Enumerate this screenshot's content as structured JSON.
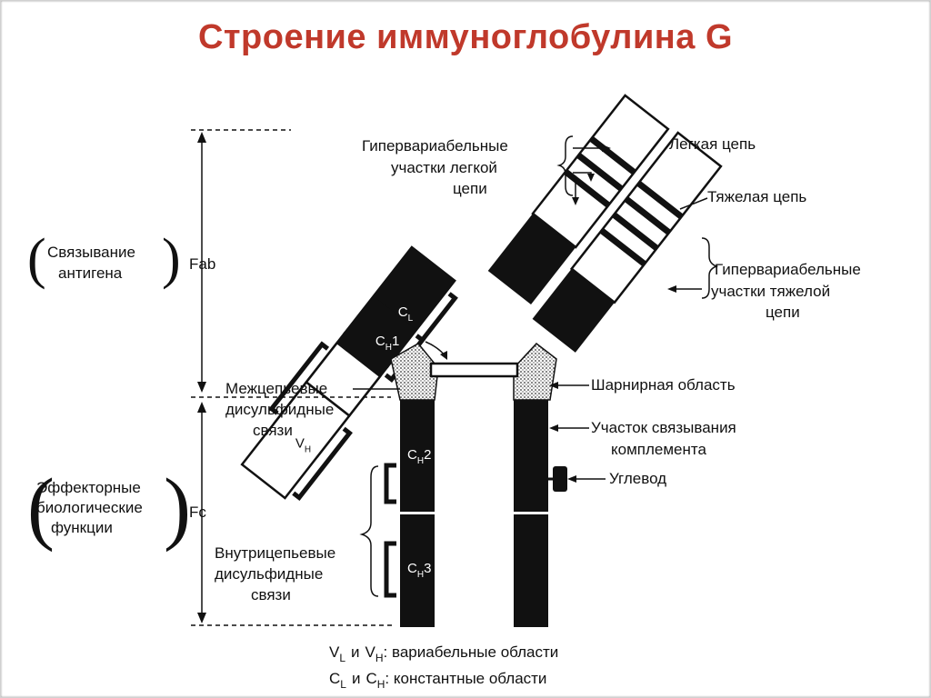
{
  "title": "Строение иммуноглобулина G",
  "colors": {
    "title": "#c0392b",
    "ink": "#111111",
    "hinge": "#8a8a8a"
  },
  "domains": {
    "vl": "V",
    "vl_sub": "L",
    "cl": "C",
    "cl_sub": "L",
    "vh": "V",
    "vh_sub": "H",
    "ch1": "C",
    "ch1_sub": "H",
    "ch1_num": "1",
    "ch2": "C",
    "ch2_sub": "H",
    "ch2_num": "2",
    "ch3": "C",
    "ch3_sub": "H",
    "ch3_num": "3"
  },
  "labels": {
    "hypervar_light": [
      "Гипервариабельные",
      "участки легкой",
      "цепи"
    ],
    "light_chain": "Легкая цепь",
    "heavy_chain": "Тяжелая цепь",
    "hypervar_heavy": [
      "Гипервариабельные",
      "участки тяжелой",
      "цепи"
    ],
    "antigen_binding": [
      "Связывание",
      "антигена"
    ],
    "fab": "Fab",
    "interchain": [
      "Межцепьевые",
      "дисульфидные",
      "связи"
    ],
    "hinge": "Шарнирная область",
    "complement": [
      "Участок связывания",
      "комплемента"
    ],
    "carbohydrate": "Углевод",
    "effector": [
      "Эффекторные",
      "биологические",
      "функции"
    ],
    "fc": "Fc",
    "intrachain": [
      "Внутрицепьевые",
      "дисульфидные",
      "связи"
    ]
  },
  "legend": {
    "line1": {
      "a": "V",
      "a_sub": "L",
      "and": "и",
      "b": "V",
      "b_sub": "H",
      "text": ": вариабельные области"
    },
    "line2": {
      "a": "C",
      "a_sub": "L",
      "and": "и",
      "b": "C",
      "b_sub": "H",
      "text": ": константные области"
    }
  }
}
